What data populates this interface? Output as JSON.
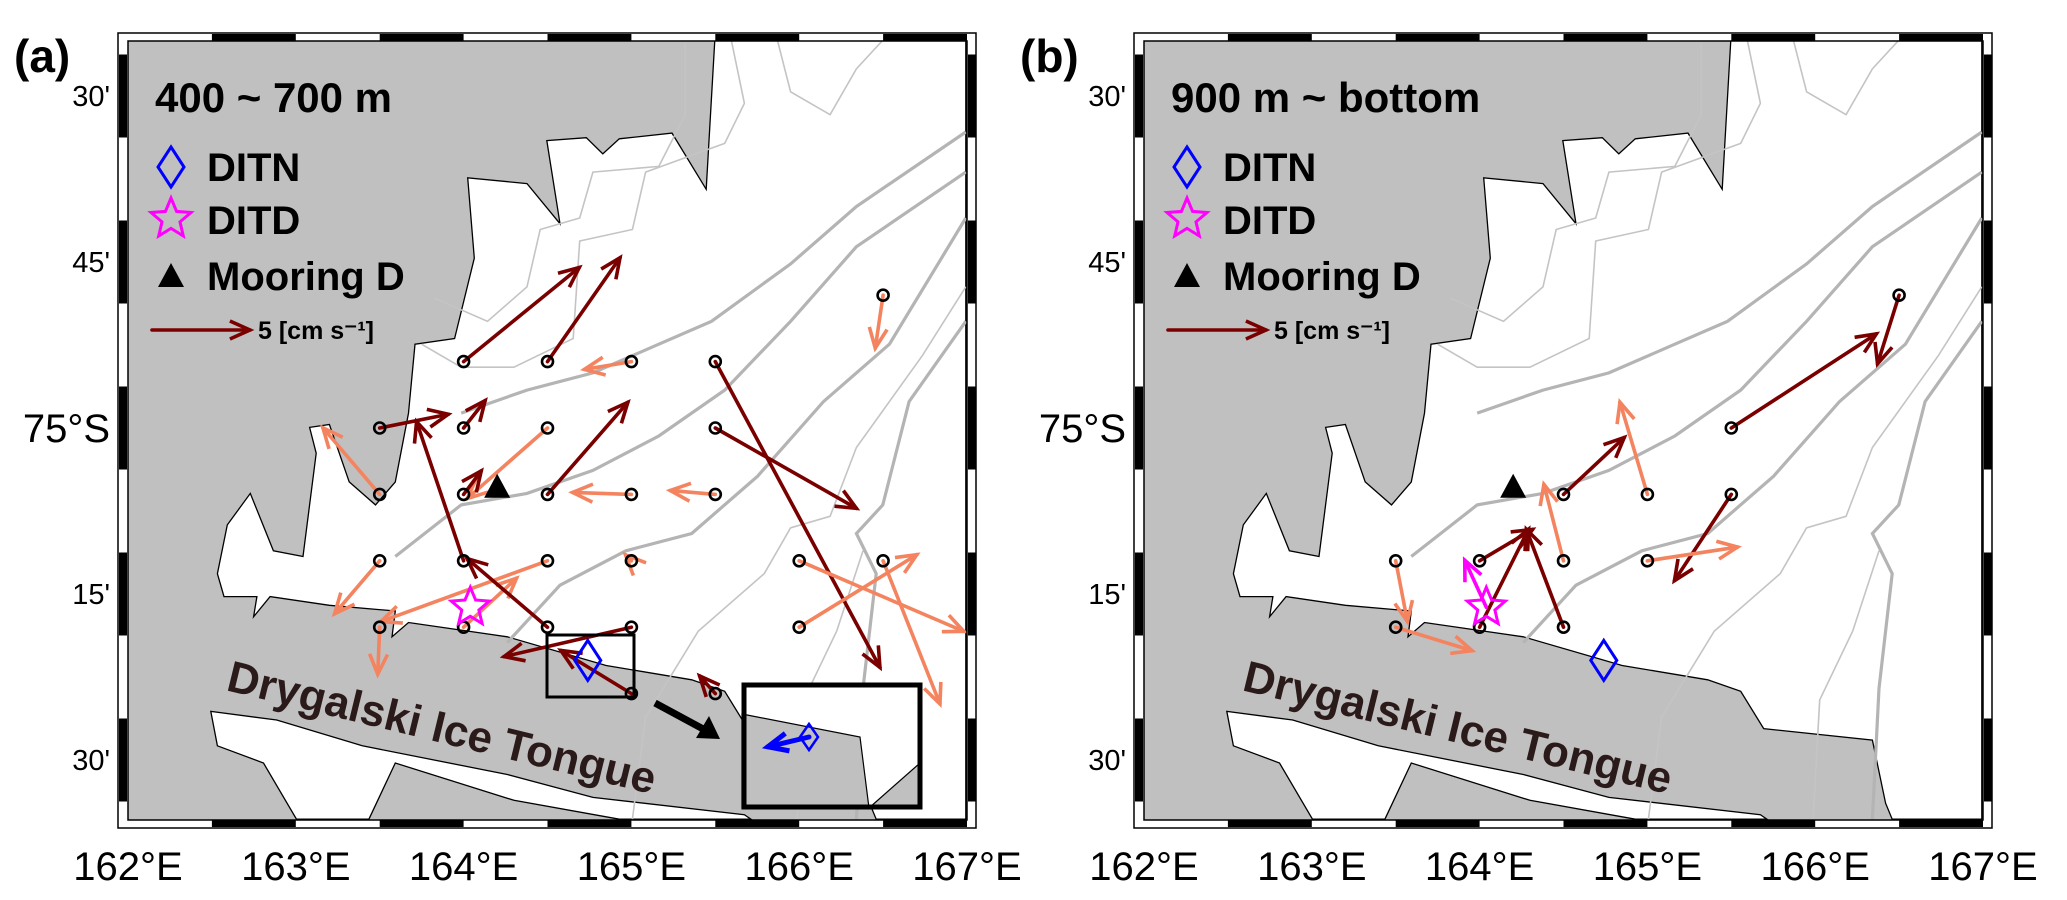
{
  "colors": {
    "land": "#c0c0c0",
    "ocean": "#ffffff",
    "dark_arrow": "#7a0000",
    "light_arrow": "#f4845f",
    "ditn": "#0000ff",
    "ditd": "#ff00ff",
    "contour": "#b4b4b4"
  },
  "axes": {
    "x_ticks": [
      {
        "lon": 162,
        "label": "162°E"
      },
      {
        "lon": 163,
        "label": "163°E"
      },
      {
        "lon": 164,
        "label": "164°E"
      },
      {
        "lon": 165,
        "label": "165°E"
      },
      {
        "lon": 166,
        "label": "166°E"
      },
      {
        "lon": 167,
        "label": "167°E"
      }
    ],
    "y_ticks": [
      {
        "lat": 74.5,
        "label": "30'",
        "big": false
      },
      {
        "lat": 74.75,
        "label": "45'",
        "big": false
      },
      {
        "lat": 75.0,
        "label": "75°S",
        "big": true
      },
      {
        "lat": 75.25,
        "label": "15'",
        "big": false
      },
      {
        "lat": 75.5,
        "label": "30'",
        "big": false
      }
    ]
  },
  "legend": {
    "ditn": "DITN",
    "ditd": "DITD",
    "mooring": "Mooring D",
    "reference": "5 [cm s⁻¹]",
    "reference_speed": 5
  },
  "ice_tongue_label": "Drygalski Ice Tongue",
  "markers": {
    "ditn": {
      "lon": 164.74,
      "lat": 75.35
    },
    "ditd": {
      "lon": 164.04,
      "lat": 75.27
    },
    "mooring": {
      "lon": 164.2,
      "lat": 75.09
    }
  },
  "panels": [
    {
      "label": "(a)",
      "title": "400 ~ 700 m",
      "has_inset": true,
      "inset_ditn_vector": {
        "u": -2.1,
        "v": -0.5
      },
      "stations": [
        {
          "lon": 166.5,
          "lat": 74.8
        },
        {
          "lon": 164,
          "lat": 74.9
        },
        {
          "lon": 164.5,
          "lat": 74.9
        },
        {
          "lon": 165,
          "lat": 74.9
        },
        {
          "lon": 165.5,
          "lat": 74.9
        },
        {
          "lon": 163.5,
          "lat": 75.0
        },
        {
          "lon": 164,
          "lat": 75.0
        },
        {
          "lon": 164.5,
          "lat": 75.0
        },
        {
          "lon": 165.5,
          "lat": 75.0
        },
        {
          "lon": 163.5,
          "lat": 75.1
        },
        {
          "lon": 164,
          "lat": 75.1
        },
        {
          "lon": 164.5,
          "lat": 75.1
        },
        {
          "lon": 165,
          "lat": 75.1
        },
        {
          "lon": 165.5,
          "lat": 75.1
        },
        {
          "lon": 163.5,
          "lat": 75.2
        },
        {
          "lon": 164,
          "lat": 75.2
        },
        {
          "lon": 164.5,
          "lat": 75.2
        },
        {
          "lon": 165,
          "lat": 75.2
        },
        {
          "lon": 166,
          "lat": 75.2
        },
        {
          "lon": 166.5,
          "lat": 75.2
        },
        {
          "lon": 163.5,
          "lat": 75.3
        },
        {
          "lon": 164,
          "lat": 75.3
        },
        {
          "lon": 164.5,
          "lat": 75.3
        },
        {
          "lon": 165,
          "lat": 75.3
        },
        {
          "lon": 166,
          "lat": 75.3
        },
        {
          "lon": 165,
          "lat": 75.4
        },
        {
          "lon": 165.5,
          "lat": 75.4
        }
      ],
      "vectors": [
        {
          "lon": 164,
          "lat": 74.9,
          "u": 5.9,
          "v": 4.8,
          "c": "dark"
        },
        {
          "lon": 164.5,
          "lat": 74.9,
          "u": 3.7,
          "v": 5.3,
          "c": "dark"
        },
        {
          "lon": 165,
          "lat": 74.9,
          "u": -2.4,
          "v": -0.4,
          "c": "light"
        },
        {
          "lon": 165.5,
          "lat": 74.9,
          "u": 8.4,
          "v": -15.6,
          "c": "dark"
        },
        {
          "lon": 163.5,
          "lat": 75.0,
          "u": 3.5,
          "v": 0.7,
          "c": "dark"
        },
        {
          "lon": 164,
          "lat": 75.0,
          "u": 1.1,
          "v": 1.4,
          "c": "dark"
        },
        {
          "lon": 164.5,
          "lat": 75.0,
          "u": -4.1,
          "v": -3.6,
          "c": "light"
        },
        {
          "lon": 165.5,
          "lat": 75.0,
          "u": 7.2,
          "v": -4.1,
          "c": "dark"
        },
        {
          "lon": 163.5,
          "lat": 75.1,
          "u": -2.9,
          "v": 3.4,
          "c": "light"
        },
        {
          "lon": 164,
          "lat": 75.1,
          "u": 0.9,
          "v": 1.2,
          "c": "dark"
        },
        {
          "lon": 164.5,
          "lat": 75.1,
          "u": 4.1,
          "v": 4.7,
          "c": "dark"
        },
        {
          "lon": 165,
          "lat": 75.1,
          "u": -3.0,
          "v": 0.1,
          "c": "light"
        },
        {
          "lon": 165.5,
          "lat": 75.1,
          "u": -2.3,
          "v": 0.2,
          "c": "light"
        },
        {
          "lon": 163.5,
          "lat": 75.2,
          "u": -2.3,
          "v": -2.7,
          "c": "light"
        },
        {
          "lon": 164,
          "lat": 75.2,
          "u": -2.4,
          "v": 7.1,
          "c": "dark"
        },
        {
          "lon": 164.5,
          "lat": 75.2,
          "u": -8.5,
          "v": -3.1,
          "c": "light"
        },
        {
          "lon": 165,
          "lat": 75.2,
          "u": -0.3,
          "v": 0.3,
          "c": "light"
        },
        {
          "lon": 166,
          "lat": 75.2,
          "u": 8.4,
          "v": -3.6,
          "c": "light"
        },
        {
          "lon": 166.5,
          "lat": 75.2,
          "u": 2.9,
          "v": -7.3,
          "c": "light"
        },
        {
          "lon": 166.5,
          "lat": 74.8,
          "u": -0.4,
          "v": -2.7,
          "c": "light"
        },
        {
          "lon": 163.5,
          "lat": 75.3,
          "u": -0.1,
          "v": -2.4,
          "c": "light"
        },
        {
          "lon": 164,
          "lat": 75.3,
          "u": 2.7,
          "v": 2.5,
          "c": "light"
        },
        {
          "lon": 164.5,
          "lat": 75.3,
          "u": -4.1,
          "v": 3.5,
          "c": "dark"
        },
        {
          "lon": 165,
          "lat": 75.3,
          "u": -6.5,
          "v": -1.5,
          "c": "dark"
        },
        {
          "lon": 166,
          "lat": 75.3,
          "u": 6.0,
          "v": 3.7,
          "c": "light"
        },
        {
          "lon": 165,
          "lat": 75.4,
          "u": -3.6,
          "v": 2.2,
          "c": "dark"
        },
        {
          "lon": 165.5,
          "lat": 75.4,
          "u": -0.8,
          "v": 0.9,
          "c": "dark"
        }
      ],
      "ditd_vector": null
    },
    {
      "label": "(b)",
      "title": "900 m ~ bottom",
      "has_inset": false,
      "stations": [
        {
          "lon": 166.5,
          "lat": 74.8
        },
        {
          "lon": 165.5,
          "lat": 75.0
        },
        {
          "lon": 164.5,
          "lat": 75.1
        },
        {
          "lon": 165,
          "lat": 75.1
        },
        {
          "lon": 165.5,
          "lat": 75.1
        },
        {
          "lon": 163.5,
          "lat": 75.2
        },
        {
          "lon": 164,
          "lat": 75.2
        },
        {
          "lon": 164.5,
          "lat": 75.2
        },
        {
          "lon": 165,
          "lat": 75.2
        },
        {
          "lon": 163.5,
          "lat": 75.3
        },
        {
          "lon": 164,
          "lat": 75.3
        },
        {
          "lon": 164.5,
          "lat": 75.3
        }
      ],
      "vectors": [
        {
          "lon": 166.5,
          "lat": 74.8,
          "u": -1.1,
          "v": -3.5,
          "c": "dark"
        },
        {
          "lon": 165.5,
          "lat": 75.0,
          "u": 7.4,
          "v": 4.8,
          "c": "dark"
        },
        {
          "lon": 164.5,
          "lat": 75.1,
          "u": 3.1,
          "v": 2.9,
          "c": "dark"
        },
        {
          "lon": 165,
          "lat": 75.1,
          "u": -1.4,
          "v": 4.7,
          "c": "light"
        },
        {
          "lon": 165.5,
          "lat": 75.1,
          "u": -2.9,
          "v": -4.4,
          "c": "dark"
        },
        {
          "lon": 163.5,
          "lat": 75.2,
          "u": 0.6,
          "v": -3.1,
          "c": "light"
        },
        {
          "lon": 164,
          "lat": 75.2,
          "u": 2.7,
          "v": 1.6,
          "c": "dark"
        },
        {
          "lon": 164.5,
          "lat": 75.2,
          "u": -1.0,
          "v": 3.9,
          "c": "light"
        },
        {
          "lon": 165,
          "lat": 75.2,
          "u": 4.6,
          "v": 0.7,
          "c": "light"
        },
        {
          "lon": 163.5,
          "lat": 75.3,
          "u": 3.9,
          "v": -1.2,
          "c": "light"
        },
        {
          "lon": 164,
          "lat": 75.3,
          "u": 2.5,
          "v": 5.0,
          "c": "dark"
        },
        {
          "lon": 164.5,
          "lat": 75.3,
          "u": -1.9,
          "v": 5.0,
          "c": "dark"
        }
      ],
      "ditd_vector": {
        "u": -1.1,
        "v": 2.4
      }
    }
  ]
}
